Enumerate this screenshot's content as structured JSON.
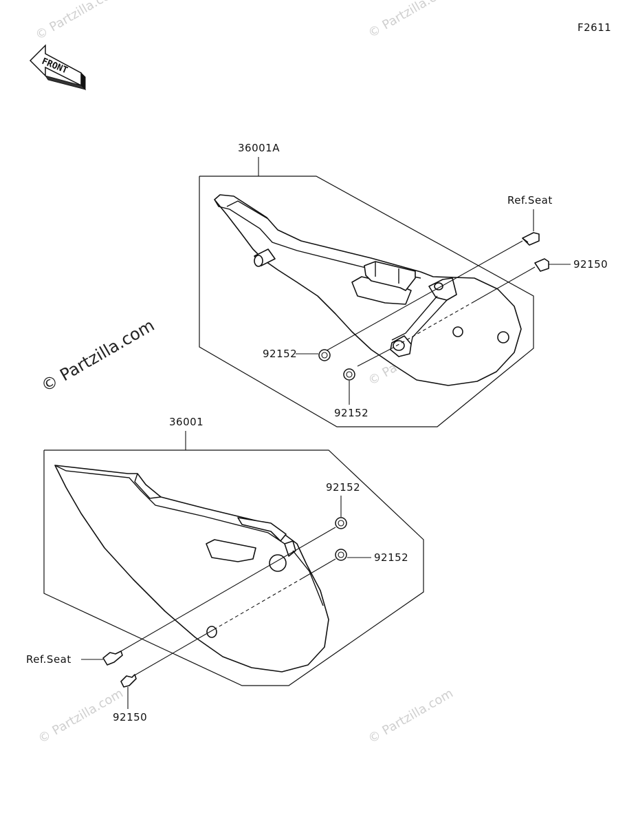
{
  "figure_code": "F2611",
  "front_arrow_text": "FRONT",
  "watermark_main": "© Partzilla.com",
  "watermark_faint": "© Partzilla.com",
  "upper_assembly": {
    "part_number": "36001A",
    "ref_label": "Ref.Seat",
    "bolt_label": "92150",
    "washer_left_label": "92152",
    "washer_bottom_label": "92152"
  },
  "lower_assembly": {
    "part_number": "36001",
    "washer_top_label": "92152",
    "washer_right_label": "92152",
    "ref_label": "Ref.Seat",
    "bolt_label": "92150"
  }
}
